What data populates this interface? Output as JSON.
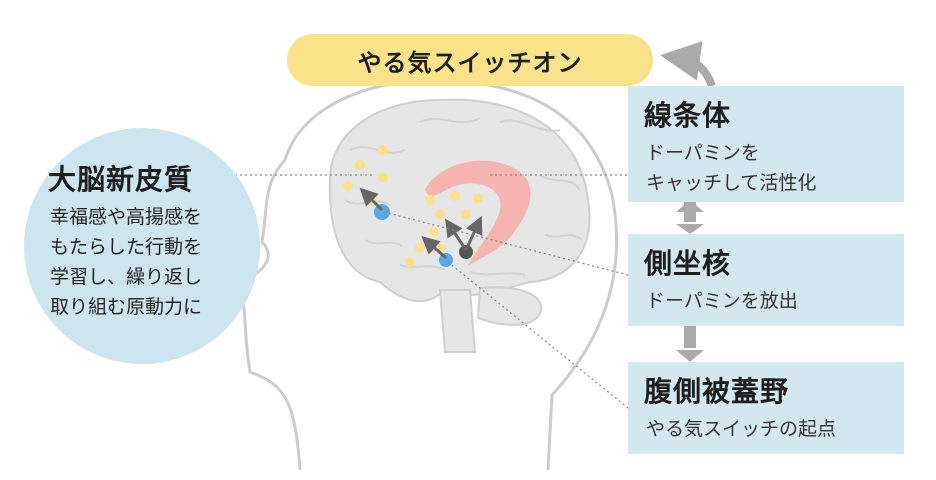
{
  "title": "やる気スイッチオン",
  "cortex": {
    "title": "大脳新皮質",
    "lines": [
      "幸福感や高揚感を",
      "もたらした行動を",
      "学習し、繰り返し",
      "取り組む原動力に"
    ]
  },
  "regions": [
    {
      "title": "線条体",
      "lines": [
        "ドーパミンを",
        "キャッチして活性化"
      ]
    },
    {
      "title": "側坐核",
      "lines": [
        "ドーパミンを放出"
      ]
    },
    {
      "title": "腹側被蓋野",
      "lines": [
        "やる気スイッチの起点"
      ]
    }
  ],
  "colors": {
    "title_pill": "#f9e38a",
    "box": "#d3e7ef",
    "cortex_circle": "#cde5ee",
    "striatum": "#f6b5b1",
    "dopamine_dot": "#f9e38a",
    "source_dot": "#5aa9e6",
    "arrow": "#aaaaaa",
    "brain_outline": "#cccccc"
  }
}
